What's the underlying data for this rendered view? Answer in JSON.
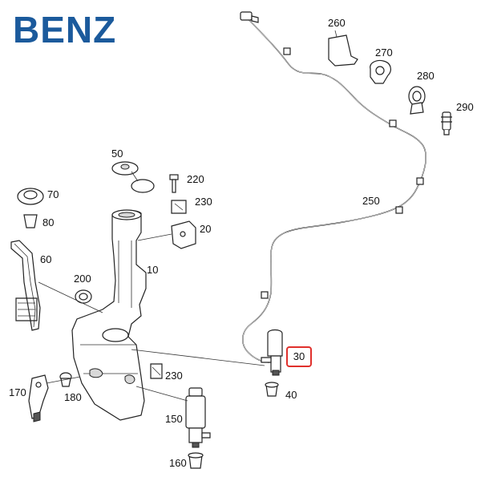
{
  "brand": "BENZ",
  "parts": [
    {
      "id": "p260",
      "label": "260"
    },
    {
      "id": "p270",
      "label": "270"
    },
    {
      "id": "p280",
      "label": "280"
    },
    {
      "id": "p290",
      "label": "290"
    },
    {
      "id": "p50",
      "label": "50"
    },
    {
      "id": "p220",
      "label": "220"
    },
    {
      "id": "p230a",
      "label": "230"
    },
    {
      "id": "p70",
      "label": "70"
    },
    {
      "id": "p80",
      "label": "80"
    },
    {
      "id": "p20",
      "label": "20"
    },
    {
      "id": "p250",
      "label": "250"
    },
    {
      "id": "p60",
      "label": "60"
    },
    {
      "id": "p10",
      "label": "10"
    },
    {
      "id": "p200",
      "label": "200"
    },
    {
      "id": "p30",
      "label": "30",
      "highlighted": true
    },
    {
      "id": "p230b",
      "label": "230"
    },
    {
      "id": "p40",
      "label": "40"
    },
    {
      "id": "p170",
      "label": "170"
    },
    {
      "id": "p180",
      "label": "180"
    },
    {
      "id": "p150",
      "label": "150"
    },
    {
      "id": "p160",
      "label": "160"
    }
  ],
  "colors": {
    "brand": "#1b5a9c",
    "highlight": "#e0302c"
  }
}
